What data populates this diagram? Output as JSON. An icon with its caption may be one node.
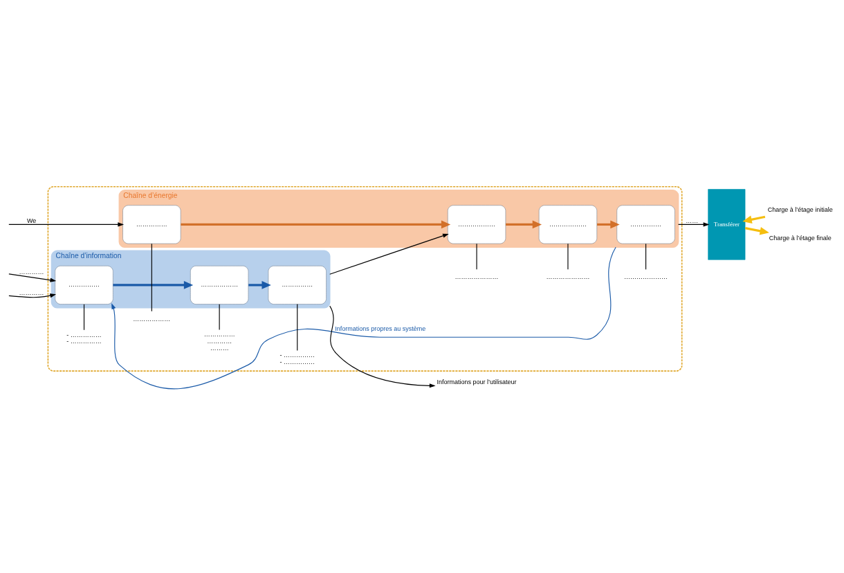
{
  "diagram": {
    "nodes": [
      {
        "text": [],
        "shape": "box"
      },
      {
        "text": [
          "Chaîne d’information"
        ],
        "in": 0
      },
      {
        "text": [
          "……………"
        ],
        "in": 1
      },
      {
        "text": [
          "………………"
        ],
        "in": 1
      },
      {
        "text": [
          "……………"
        ],
        "in": 1
      },
      {
        "text": [
          "Chaîne d’énergie"
        ],
        "in": 0
      },
      {
        "text": [
          "……………"
        ],
        "in": 5
      },
      {
        "text": [
          "………………"
        ],
        "in": 5
      },
      {
        "text": [
          "………………"
        ],
        "in": 5
      },
      {
        "text": [
          "……………"
        ],
        "in": 5
      },
      {
        "text": [
          "- ……………",
          "- ……………"
        ],
        "in": 0
      },
      {
        "text": [
          "……………",
          "…………",
          "………"
        ],
        "in": 0
      },
      {
        "text": [
          "- ……………",
          "- ……………"
        ],
        "in": 0
      },
      {
        "text": [
          "………………"
        ],
        "in": 0
      },
      {
        "text": [
          "…………………"
        ],
        "in": 0
      },
      {
        "text": [
          "…………………"
        ],
        "in": 0
      },
      {
        "text": [
          "…………………"
        ],
        "in": 0
      },
      {
        "text": [
          "Informations pour l’utilisateur"
        ]
      },
      {
        "text": [
          "Transférer"
        ]
      },
      {
        "text": [
          "Charge à l’étage initiale"
        ]
      },
      {
        "text": [
          "Charge à l’étage finale"
        ]
      }
    ],
    "edges": [
      {
        "from": null,
        "to": 2,
        "arrow": "to",
        "label": "…………"
      },
      {
        "from": null,
        "to": 2,
        "arrow": "to",
        "label": "…………"
      },
      {
        "from": 2,
        "to": 3,
        "arrow": "to",
        "style": "thick",
        "color": "#1a5aa8"
      },
      {
        "from": 3,
        "to": 4,
        "arrow": "to",
        "style": "thick",
        "color": "#1a5aa8"
      },
      {
        "from": 1,
        "to": 17,
        "arrow": "to"
      },
      {
        "from": 1,
        "to": 7,
        "arrow": "to"
      },
      {
        "from": 5,
        "to": 2,
        "arrow": "to",
        "label": "Informations propres au système",
        "color": "#1a5aa8"
      },
      {
        "from": null,
        "to": 6,
        "arrow": "to",
        "label": "We"
      },
      {
        "from": 6,
        "to": 7,
        "arrow": "to",
        "style": "thick",
        "color": "#d2702a"
      },
      {
        "from": 7,
        "to": 8,
        "arrow": "to",
        "style": "thick",
        "color": "#d2702a"
      },
      {
        "from": 8,
        "to": 9,
        "arrow": "to",
        "style": "thick",
        "color": "#d2702a"
      },
      {
        "from": 5,
        "to": 18,
        "arrow": "to",
        "label": "……"
      },
      {
        "from": 19,
        "to": 18,
        "arrow": "to",
        "style": "thick",
        "color": "#f5be0f"
      },
      {
        "from": 18,
        "to": 20,
        "arrow": "to",
        "style": "thick",
        "color": "#f5be0f"
      },
      {
        "from": 10,
        "to": 2,
        "arrow": "none"
      },
      {
        "from": 11,
        "to": 3,
        "arrow": "none"
      },
      {
        "from": 12,
        "to": 4,
        "arrow": "none"
      },
      {
        "from": 13,
        "to": 6,
        "arrow": "none"
      },
      {
        "from": 14,
        "to": 7,
        "arrow": "none"
      },
      {
        "from": 15,
        "to": 8,
        "arrow": "none"
      },
      {
        "from": 16,
        "to": 9,
        "arrow": "none"
      }
    ]
  }
}
